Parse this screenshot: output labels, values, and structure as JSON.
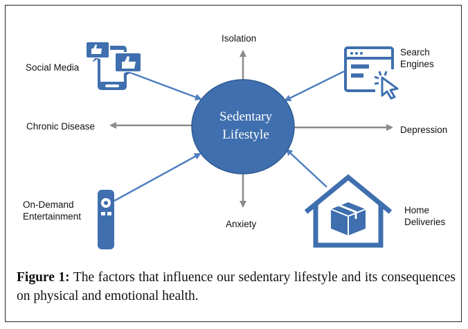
{
  "center": {
    "label": "Sedentary\nLifestyle",
    "color": "#3f6fae"
  },
  "arrow_colors": {
    "cause": "#4f7fbf",
    "consequence": "#8a8a8a"
  },
  "causes": [
    {
      "id": "social-media",
      "label": "Social Media",
      "icon": "social-media-phone-icon"
    },
    {
      "id": "search-engines",
      "label": "Search\nEngines",
      "icon": "browser-click-icon"
    },
    {
      "id": "on-demand",
      "label": "On-Demand\nEntertainment",
      "icon": "tv-remote-icon"
    },
    {
      "id": "home-deliveries",
      "label": "Home\nDeliveries",
      "icon": "house-package-icon"
    }
  ],
  "consequences": [
    {
      "id": "isolation",
      "label": "Isolation"
    },
    {
      "id": "chronic-disease",
      "label": "Chronic Disease"
    },
    {
      "id": "depression",
      "label": "Depression"
    },
    {
      "id": "anxiety",
      "label": "Anxiety"
    }
  ],
  "caption": {
    "prefix": "Figure 1:",
    "text": " The factors that influence our sedentary lifestyle and its consequences on physical and emotional health."
  }
}
